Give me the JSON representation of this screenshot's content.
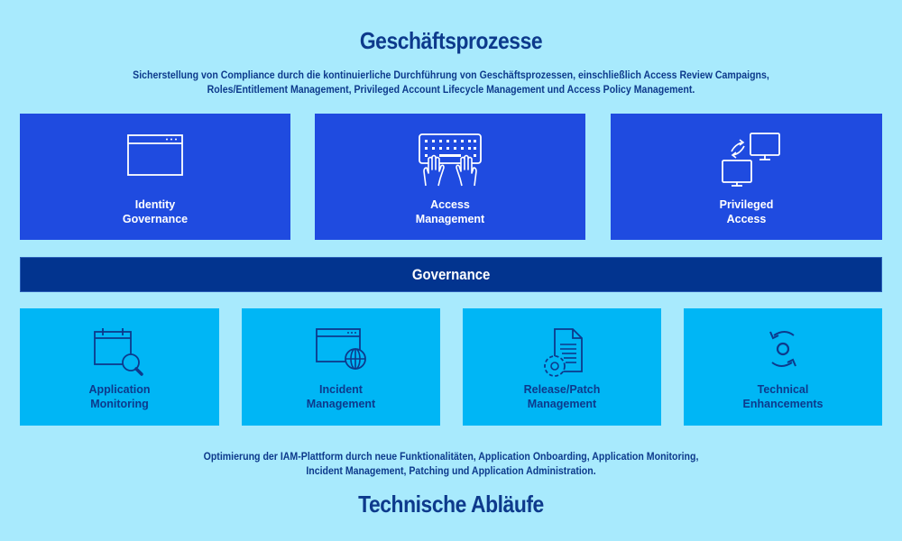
{
  "header": {
    "title": "Geschäftsprozesse",
    "description_line1": "Sicherstellung von Compliance durch die kontinuierliche Durchführung von Geschäftsprozessen, einschließlich Access Review Campaigns,",
    "description_line2": "Roles/Entitlement Management, Privileged Account Lifecycle Management und Access Policy Management."
  },
  "top_boxes": [
    {
      "label_line1": "Identity",
      "label_line2": "Governance",
      "icon": "browser-window-icon"
    },
    {
      "label_line1": "Access",
      "label_line2": "Management",
      "icon": "keyboard-hands-icon"
    },
    {
      "label_line1": "Privileged",
      "label_line2": "Access",
      "icon": "monitors-sync-icon"
    }
  ],
  "governance_bar": {
    "label": "Governance"
  },
  "bottom_boxes": [
    {
      "label_line1": "Application",
      "label_line2": "Monitoring",
      "icon": "calendar-search-icon"
    },
    {
      "label_line1": "Incident",
      "label_line2": "Management",
      "icon": "browser-globe-icon"
    },
    {
      "label_line1": "Release/Patch",
      "label_line2": "Management",
      "icon": "document-gear-icon"
    },
    {
      "label_line1": "Technical",
      "label_line2": "Enhancements",
      "icon": "refresh-cycle-icon"
    }
  ],
  "footer": {
    "description_line1": "Optimierung der IAM-Plattform durch neue Funktionalitäten, Application Onboarding, Application Monitoring,",
    "description_line2": "Incident Management, Patching und Application Administration.",
    "title": "Technische Abläufe"
  },
  "colors": {
    "background": "#a8eafd",
    "top_box": "#1f4be0",
    "governance_bar": "#02348f",
    "bottom_box": "#00b6f5",
    "text_dark": "#0d3a8c"
  }
}
